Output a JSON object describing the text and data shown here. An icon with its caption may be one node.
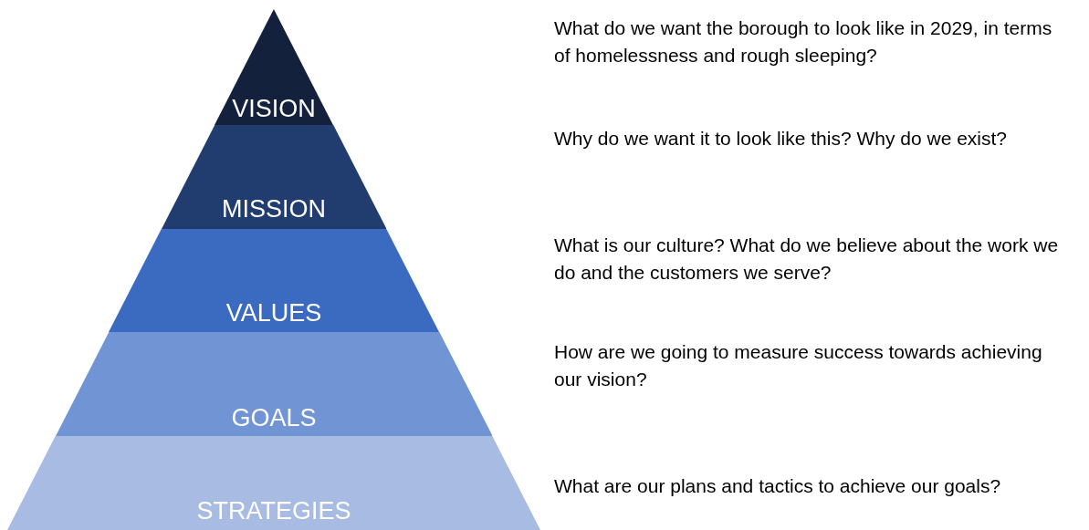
{
  "diagram": {
    "nodes": [
      {
        "text": [
          "VISION"
        ]
      },
      {
        "text": [
          "MISSION"
        ]
      },
      {
        "text": [
          "VALUES"
        ]
      },
      {
        "text": [
          "GOALS"
        ]
      },
      {
        "text": [
          "STRATEGIES"
        ]
      }
    ],
    "labels": [
      "What do we want the borough to look like in 2029, in terms of homelessness and rough sleeping?",
      "Why do we want it to look like this? Why do we exist?",
      "What is our culture? What do we believe about the work we do and the customers we serve?",
      "How are we going to measure success towards achieving our vision?",
      "What are our plans and tactics to achieve our goals?"
    ]
  }
}
